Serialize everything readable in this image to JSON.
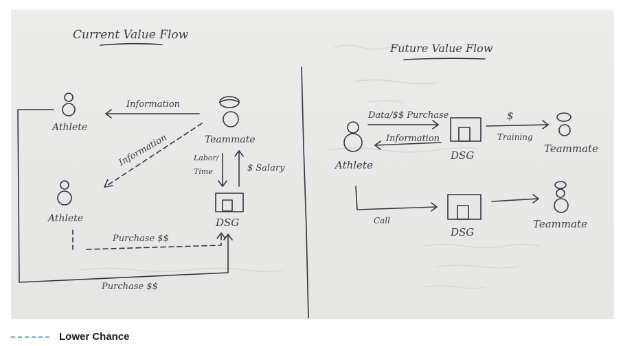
{
  "left_panel": {
    "title": "Current Value Flow",
    "athlete_top": "Athlete",
    "athlete_bottom": "Athlete",
    "teammate": "Teammate",
    "dsg": "DSG",
    "arrow_information_top": "Information",
    "arrow_information_diag": "Information",
    "arrow_labor_1": "Labor/",
    "arrow_labor_2": "Time",
    "arrow_salary": "$ Salary",
    "arrow_purchase_dashed": "Purchase $$",
    "arrow_purchase_bottom": "Purchase $$"
  },
  "right_panel": {
    "title": "Future Value Flow",
    "athlete": "Athlete",
    "dsg_top": "DSG",
    "dsg_bottom": "DSG",
    "teammate_top": "Teammate",
    "teammate_bottom": "Teammate",
    "arrow_data_purchase": "Data/$$ Purchase",
    "arrow_information": "Information",
    "arrow_dollar": "$",
    "arrow_training": "Training",
    "arrow_call": "Call"
  },
  "legend": {
    "label": "Lower Chance",
    "line_color": "#7aa6c4"
  }
}
